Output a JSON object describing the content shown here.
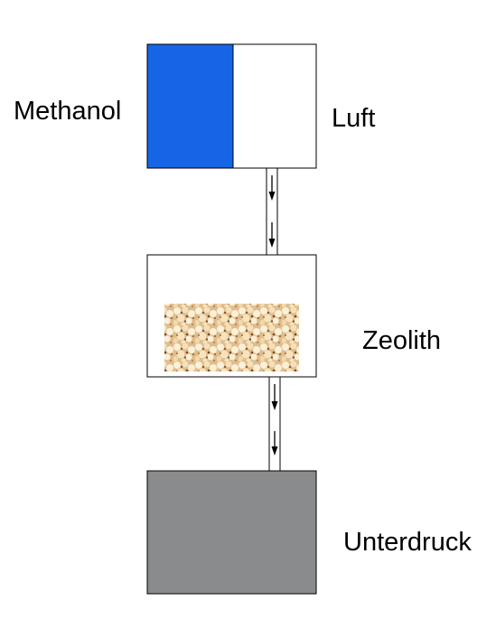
{
  "labels": {
    "methanol": "Methanol",
    "luft": "Luft",
    "zeolith": "Zeolith",
    "unterdruck": "Unterdruck"
  },
  "colors": {
    "methanol": "#1565e6",
    "luft": "#ffffff",
    "unterdruck": "#8a8b8d",
    "zeolith_base": "#e0bc8c",
    "zeolith_light": "#fbf0d8",
    "zeolith_dark": "#8a5a26",
    "outline": "#000000"
  },
  "icons": {
    "flow_arrow": "arrow-down-icon",
    "zeolith_texture": "granular-texture"
  }
}
